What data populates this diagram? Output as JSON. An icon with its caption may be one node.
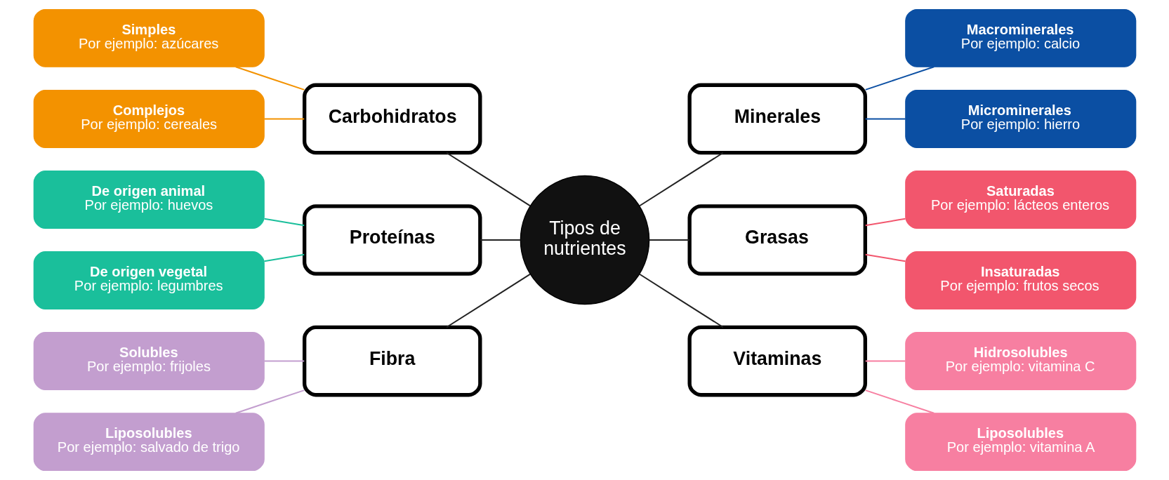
{
  "diagram": {
    "nodes": [
      {
        "text": [
          "Tipos de nutrientes"
        ]
      },
      {
        "text": [
          "Carbohidratos"
        ]
      },
      {
        "text": [
          "Simples",
          "Por ejemplo: azúcares"
        ]
      },
      {
        "text": [
          "Complejos",
          "Por ejemplo: cereales"
        ]
      },
      {
        "text": [
          "Proteínas"
        ]
      },
      {
        "text": [
          "De origen animal",
          "Por ejemplo: huevos"
        ]
      },
      {
        "text": [
          "De origen vegetal",
          "Por ejemplo: legumbres"
        ]
      },
      {
        "text": [
          "Fibra"
        ]
      },
      {
        "text": [
          "Solubles",
          "Por ejemplo: frijoles"
        ]
      },
      {
        "text": [
          "Liposolubles",
          "Por ejemplo: salvado de trigo"
        ]
      },
      {
        "text": [
          "Minerales"
        ]
      },
      {
        "text": [
          "Macrominerales",
          "Por ejemplo: calcio"
        ]
      },
      {
        "text": [
          "Microminerales",
          "Por ejemplo: hierro"
        ]
      },
      {
        "text": [
          "Grasas"
        ]
      },
      {
        "text": [
          "Saturadas",
          "Por ejemplo: lácteos enteros"
        ]
      },
      {
        "text": [
          "Insaturadas",
          "Por ejemplo: frutos secos"
        ]
      },
      {
        "text": [
          "Vitaminas"
        ]
      },
      {
        "text": [
          "Hidrosolubles",
          "Por ejemplo: vitamina C"
        ]
      },
      {
        "text": [
          "Liposolubles",
          "Por ejemplo: vitamina A"
        ]
      }
    ],
    "edges": [
      {
        "from": 0,
        "to": 1,
        "arrow": "none"
      },
      {
        "from": 0,
        "to": 4,
        "arrow": "none"
      },
      {
        "from": 0,
        "to": 7,
        "arrow": "none"
      },
      {
        "from": 0,
        "to": 10,
        "arrow": "none"
      },
      {
        "from": 0,
        "to": 13,
        "arrow": "none"
      },
      {
        "from": 0,
        "to": 16,
        "arrow": "none"
      },
      {
        "from": 1,
        "to": 2,
        "arrow": "none",
        "color": "#f39200"
      },
      {
        "from": 1,
        "to": 3,
        "arrow": "none",
        "color": "#f39200"
      },
      {
        "from": 4,
        "to": 5,
        "arrow": "none",
        "color": "#1abf9b"
      },
      {
        "from": 4,
        "to": 6,
        "arrow": "none",
        "color": "#1abf9b"
      },
      {
        "from": 7,
        "to": 8,
        "arrow": "none",
        "color": "#c39ecf"
      },
      {
        "from": 7,
        "to": 9,
        "arrow": "none",
        "color": "#c39ecf"
      },
      {
        "from": 10,
        "to": 11,
        "arrow": "none",
        "color": "#0b4fa3"
      },
      {
        "from": 10,
        "to": 12,
        "arrow": "none",
        "color": "#0b4fa3"
      },
      {
        "from": 13,
        "to": 14,
        "arrow": "none",
        "color": "#f2566d"
      },
      {
        "from": 13,
        "to": 15,
        "arrow": "none",
        "color": "#f2566d"
      },
      {
        "from": 16,
        "to": 17,
        "arrow": "none",
        "color": "#f77fa1"
      },
      {
        "from": 16,
        "to": 18,
        "arrow": "none",
        "color": "#f77fa1"
      }
    ]
  }
}
